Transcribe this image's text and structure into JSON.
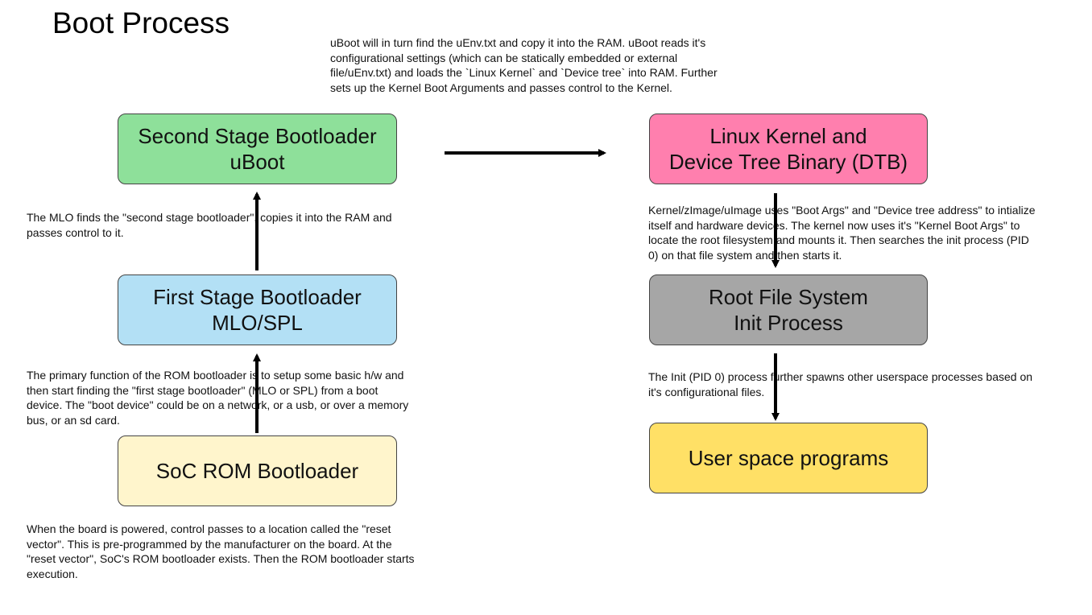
{
  "title": "Boot Process",
  "colors": {
    "soc_rom": "#fff5cc",
    "first_stage": "#b3e0f5",
    "second_stage": "#8ee09a",
    "kernel": "#ff7fae",
    "rootfs": "#a6a6a6",
    "userspace": "#ffe066",
    "arrow": "#000000"
  },
  "boxes": {
    "soc_rom": {
      "lines": [
        "SoC ROM Bootloader"
      ]
    },
    "first_stage": {
      "lines": [
        "First Stage Bootloader",
        "MLO/SPL"
      ]
    },
    "second_stage": {
      "lines": [
        "Second Stage Bootloader",
        "uBoot"
      ]
    },
    "kernel": {
      "lines": [
        "Linux Kernel and",
        "Device Tree Binary (DTB)"
      ]
    },
    "rootfs": {
      "lines": [
        "Root File System",
        "Init Process"
      ]
    },
    "userspace": {
      "lines": [
        "User space programs"
      ]
    }
  },
  "notes": {
    "uboot": {
      "lines": [
        "uBoot will in turn find the uEnv.txt and copy it into the RAM. uBoot reads it's",
        "configurational settings (which can be statically embedded or external",
        "file/uEnv.txt) and loads the `Linux Kernel` and `Device tree` into RAM. Further",
        "sets up the Kernel Boot Arguments and passes control to the Kernel."
      ]
    },
    "mlo": {
      "lines": [
        "The MLO finds the \"second stage bootloader\", copies it into the RAM and",
        "passes control to it."
      ]
    },
    "rom": {
      "lines": [
        "The primary function of the ROM bootloader is to setup some basic h/w and",
        "then start finding the \"first stage bootloader\" (MLO or SPL) from a boot",
        "device. The \"boot device\" could be on a network, or a usb, or over a memory",
        "bus, or an sd card."
      ]
    },
    "power": {
      "lines": [
        "When the board is powered, control passes to a location called the \"reset",
        "vector\". This is pre-programmed by the manufacturer on the board. At the",
        "\"reset vector\", SoC's ROM bootloader exists. Then the ROM bootloader starts",
        "execution."
      ]
    },
    "kernel": {
      "lines": [
        "Kernel/zImage/uImage uses \"Boot Args\" and \"Device tree address\" to intialize",
        "itself and hardware devices. The kernel now uses it's \"Kernel Boot Args\" to",
        "locate the root filesystem and mounts it. Then searches the init process (PID",
        "0) on that file system and then starts it."
      ]
    },
    "init": {
      "lines": [
        "The Init (PID 0) process further spawns other userspace processes based on",
        "it's configurational files."
      ]
    }
  }
}
